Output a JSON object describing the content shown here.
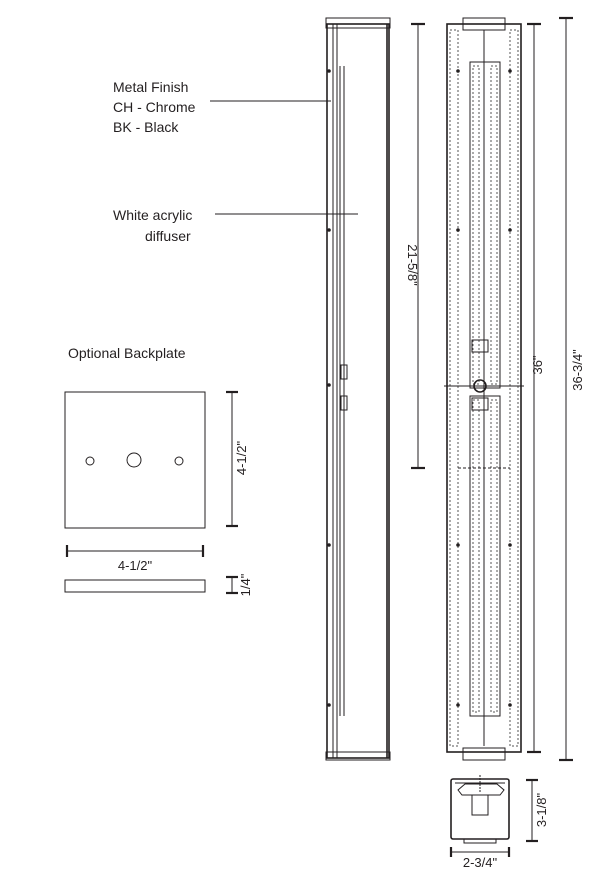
{
  "callouts": {
    "metal_finish": [
      "Metal Finish",
      "CH - Chrome",
      "BK - Black"
    ],
    "diffuser": [
      "White acrylic",
      "diffuser"
    ]
  },
  "backplate": {
    "title": "Optional Backplate",
    "height_dim": "4-1/2\"",
    "width_dim": "4-1/2\"",
    "thickness_dim": "1/4\""
  },
  "fixture": {
    "side_height_dim": "21-5/8\"",
    "body_height_dim": "36\"",
    "overall_height_dim": "36-3/4\"",
    "section_height_dim": "3-1/8\"",
    "section_width_dim": "2-3/4\""
  }
}
